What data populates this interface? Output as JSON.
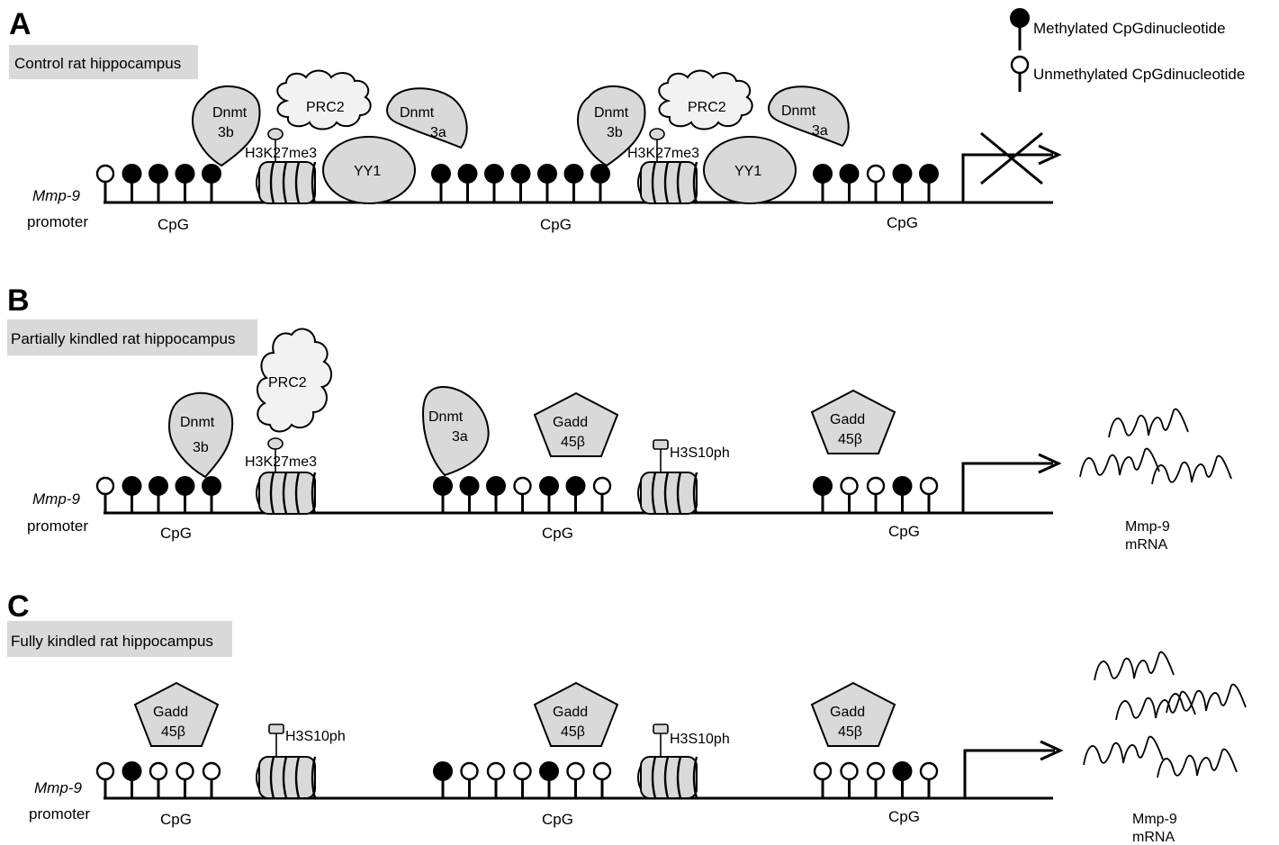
{
  "legend": {
    "methylated": "Methylated CpGdinucleotide",
    "unmethylated": "Unmethylated CpGdinucleotide"
  },
  "gene": {
    "name": "Mmp-9",
    "promoter": "promoter"
  },
  "cpg_label": "CpG",
  "mrna": {
    "line1": "Mmp-9",
    "line2": "mRNA"
  },
  "panels": [
    {
      "letter": "A",
      "title": "Control rat hippocampus",
      "cpg_islands": [
        {
          "methylation": [
            "U",
            "M",
            "M",
            "M",
            "M"
          ]
        },
        {
          "methylation": [
            "M",
            "M",
            "M",
            "M",
            "M",
            "M",
            "M"
          ]
        },
        {
          "methylation": [
            "M",
            "M",
            "U",
            "M",
            "M"
          ]
        }
      ],
      "proteins": {
        "dnmt3b": [
          "Dnmt",
          "3b"
        ],
        "dnmt3a": [
          "Dnmt",
          "3a"
        ],
        "prc2": "PRC2",
        "yy1": "YY1",
        "h3k27me3": "H3K27me3"
      },
      "transcription": "blocked"
    },
    {
      "letter": "B",
      "title": "Partially kindled rat hippocampus",
      "cpg_islands": [
        {
          "methylation": [
            "U",
            "M",
            "M",
            "M",
            "M"
          ]
        },
        {
          "methylation": [
            "M",
            "M",
            "M",
            "U",
            "M",
            "M",
            "U"
          ]
        },
        {
          "methylation": [
            "M",
            "U",
            "U",
            "M",
            "U"
          ]
        }
      ],
      "proteins": {
        "dnmt3b": [
          "Dnmt",
          "3b"
        ],
        "dnmt3a": [
          "Dnmt",
          "3a"
        ],
        "prc2": "PRC2",
        "h3k27me3": "H3K27me3",
        "gadd": [
          "Gadd",
          "45β"
        ],
        "h3s10ph": "H3S10ph"
      },
      "transcription": "active"
    },
    {
      "letter": "C",
      "title": "Fully kindled rat hippocampus",
      "cpg_islands": [
        {
          "methylation": [
            "U",
            "M",
            "U",
            "U",
            "U"
          ]
        },
        {
          "methylation": [
            "M",
            "U",
            "U",
            "U",
            "M",
            "U",
            "U"
          ]
        },
        {
          "methylation": [
            "U",
            "U",
            "U",
            "M",
            "U"
          ]
        }
      ],
      "proteins": {
        "gadd": [
          "Gadd",
          "45β"
        ],
        "h3s10ph": "H3S10ph"
      },
      "transcription": "active"
    }
  ]
}
